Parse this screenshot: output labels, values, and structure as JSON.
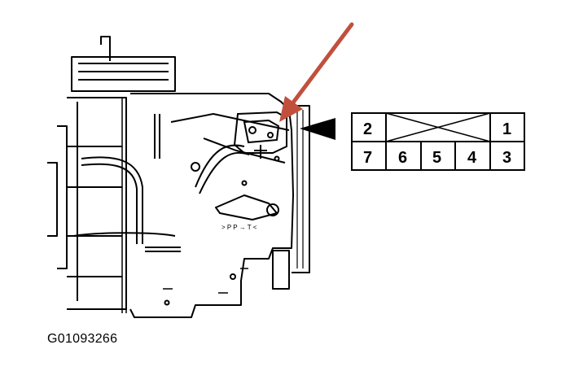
{
  "figure_id": "G01093266",
  "connector": {
    "top_row": [
      "2",
      "",
      "1"
    ],
    "bottom_row": [
      "7",
      "6",
      "5",
      "4",
      "3"
    ]
  },
  "annotation_text": "> P P → T  <",
  "colors": {
    "arrow": "#c0503c",
    "line": "#000000"
  },
  "icons": [
    "pointer-arrow-icon",
    "connector-lead-icon"
  ]
}
